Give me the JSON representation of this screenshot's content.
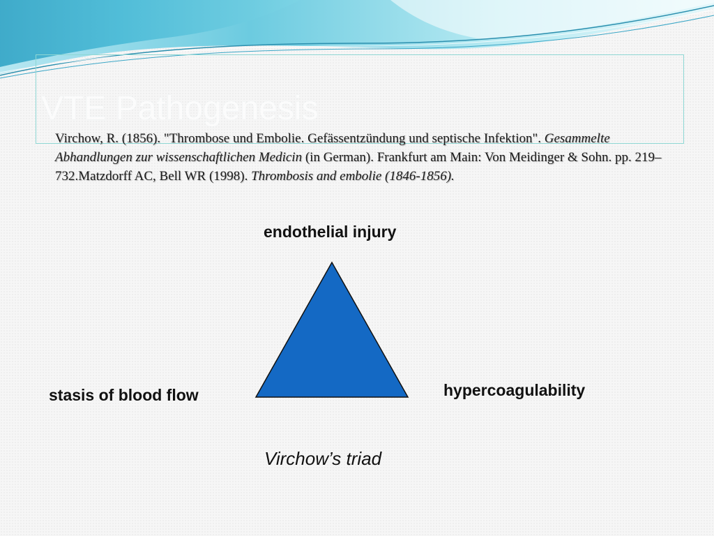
{
  "slide": {
    "title": "VTE Pathogenesis",
    "theme_colors": {
      "wave_light": "#d3f1f5",
      "wave_mid": "#5fc6dc",
      "wave_dark": "#1c8fb4",
      "title_box_border": "#8ed7d4"
    }
  },
  "citation": {
    "part1": "Virchow, R. (1856). \"Thrombose und Embolie. Gefässentzündung und septische Infektion\". ",
    "part2_italic": "Gesammelte Abhandlungen zur wissenschaftlichen Medicin",
    "part3": " (in German). Frankfurt am Main: Von Meidinger & Sohn. pp. 219–732.Matzdorff AC, Bell WR (1998). ",
    "part4_italic": "Thrombosis and embolie (1846-1856).",
    "part5": ""
  },
  "diagram": {
    "top_label": "endothelial injury",
    "left_label": "stasis of blood flow",
    "right_label": "hypercoagulability",
    "caption": "Virchow’s triad",
    "triangle_fill": "#1469c4",
    "triangle_stroke": "#111111"
  }
}
